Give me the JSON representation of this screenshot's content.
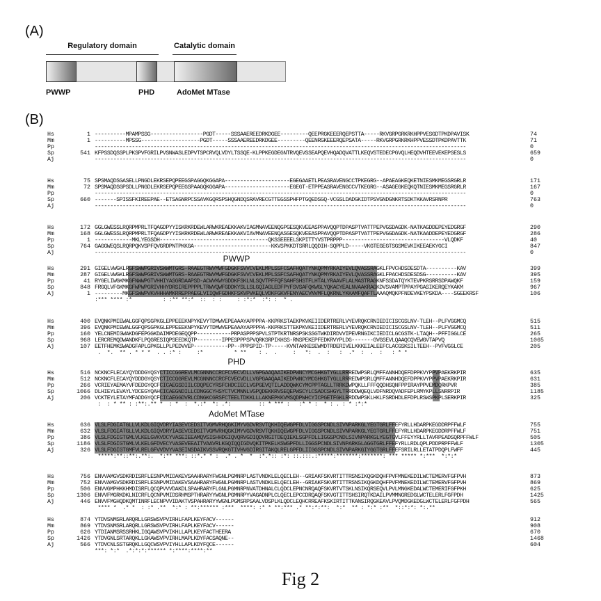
{
  "panel_a_label": "(A)",
  "panel_b_label": "(B)",
  "domain_header": {
    "regulatory": "Regulatory domain",
    "catalytic": "Catalytic domain"
  },
  "domains": {
    "pwwp": "PWWP",
    "phd": "PHD",
    "adomet": "AdoMet MTase"
  },
  "alignment_section_labels": {
    "pwwp": "PWWP",
    "phd": "PHD",
    "adomet": "AdoMet MTase"
  },
  "alignment_blocks": [
    {
      "rows": [
        {
          "sp": "Hs",
          "start": "1",
          "seq": "----------MPAMPSSG-----------------PGDT-----SSSAAEREEDRKDGEE---------QEEPRGKEEERQEPSTTA-----RKVGRPGRKRKHPPVESGDTPKDPAVISK",
          "end": "74"
        },
        {
          "sp": "Mm",
          "start": "1",
          "seq": "----------MPSSG-------------------PGDT-----SSSAAEREEDRKDGEE---------QEENRGKEEERQEPSATA-----RKVGRPGRKRKHPPVESSDTPKDPAVTTK",
          "end": "71"
        },
        {
          "sp": "Pp",
          "start": "",
          "seq": "------------------------------------------------------------------------------------------------------------------------",
          "end": "0"
        },
        {
          "sp": "Sp",
          "start": "541",
          "seq": "KFPSSDQSSPLPKSPVFGRILPVSNWASLEDPVTSPCRVQLVDYLTSSQE-KLPPKEGDEGNTRVQEVSSEAPQEVHQADQVATTLKEQVSTEDECPGVQLHEQDVHTEEVEKEPSESLS",
          "end": "659"
        },
        {
          "sp": "Aj",
          "start": "",
          "seq": "------------------------------------------------------------------------------------------------------------------------",
          "end": "0"
        }
      ],
      "cons": ""
    },
    {
      "rows": [
        {
          "sp": "Hs",
          "start": "75",
          "seq": "SPSMAQDSGASELLPNGDLEKRSEPQPEEGSPAGGQKGGAPA---------------------EGEGAAETLPEASRAVENGCCTPKEGRG--APAEAGKEQKETNIESMKMEGSRGRLR",
          "end": "171"
        },
        {
          "sp": "Mm",
          "start": "72",
          "seq": "SPSMAQDSGPSDLLPNGDLEKRSEPQPEEGSPAAGQKGGAPA---------------------EGEGT-ETPPEASRAVENGCCVTKEGRG--ASAGEGKEQKQTNIESMKMEGSRGRLR",
          "end": "167"
        },
        {
          "sp": "Pp",
          "start": "",
          "seq": "------------------------------------------------------------------------------------------------------------------------",
          "end": "0"
        },
        {
          "sp": "Sp",
          "start": "660",
          "seq": "-------SPISSFKIREEPAE--ETSAGNRPCSSAVKGQRSPSHQGNDQSRAVRECGTTEGSSPHFPTGQEDSGQ-VCGSLDADGKIDTPSVGNDGNKRTSDKTKKAVRSRNPR",
          "end": "763"
        },
        {
          "sp": "Aj",
          "start": "",
          "seq": "------------------------------------------------------------------------------------------------------------------------",
          "end": "0"
        }
      ],
      "cons": ""
    },
    {
      "rows": [
        {
          "sp": "Hs",
          "start": "172",
          "seq": "GGLGWESSLRQRPMPRLTFQAGDPYYISKRKRDEWLARWKREAEKKAKVIAGMNAVEENQGPGESQKVEEASPPAVQQPTDPASPTVATTPEPVGSDAGDK-NATKAGDDEPEYEDGRGF",
          "end": "290"
        },
        {
          "sp": "Mm",
          "start": "168",
          "seq": "GGLGWESSLRQRPMPRLTFQAGDPYYISKRKRDEWLARWKREAEKKAKVIAVMNAVEENQASGESQKVEEASPPAVQQPTDPASPTVATTPEPVGGDAGDK-NATKAADDEPEYEDGRGF",
          "end": "286"
        },
        {
          "sp": "Pp",
          "start": "1",
          "seq": "------------MKLYEGSDH-----------------------------------QKSSEEEELSKPITTYVSTPRPPP---------------------------------VLQDKF",
          "end": "40"
        },
        {
          "sp": "Sp",
          "start": "764",
          "seq": "GAGGWEQSLRQRPQKVSPFQVGRDPNTPKKGA-------------------------KKVSPKKDTSRRLQQDIH-SQPPLD-----VKGTEGEGTSGSMEVKIKEEAEKYGCI",
          "end": "847"
        },
        {
          "sp": "Aj",
          "start": "",
          "seq": "------------------------------------------------------------------------------------------------------------------------",
          "end": "0"
        }
      ],
      "cons": ""
    },
    {
      "rows": [
        {
          "sp": "Hs",
          "start": "291",
          "seq": "GIGELVWGKLRGFSWWPGRIVSWWMTGRS-RAAEGTRWVMWFGDGKFSVVCVEKLMPLSSFCSAFHQATYNKQPMYRKAIYEVLQVASSRAGKLFPVCHDSDESDTA----------KAV",
          "end": "399"
        },
        {
          "sp": "Mm",
          "start": "287",
          "seq": "GIGELVWGKLRGFSWWPGRIVSWWMTGRS-RAAEGTRWVMWFGDGKFSVVCVEKLMPLSSFCSAFHQATYNKQPMYRKAIYEVLQVASSRAGKLFPACHDSDESDSG----------KAV",
          "end": "395"
        },
        {
          "sp": "Pp",
          "start": "41",
          "seq": "RYGELIWGKMKGFNWWPGTVHHIYASGRDAAPSD-ACWVKWYGDDKFSKLNLSQVTPFFQFSAHFSHSTFLHTALYRAAVFLALMASTRAGKNFSSDATQYKTEVPKRSRRSDPAWQKF",
          "end": "159"
        },
        {
          "sp": "Sp",
          "start": "848",
          "seq": "FRGQLVFGKMKGFWPWPGRIVHHYDRSIREPPPPLTRWVQWFGDDKYSLLSLGQIAGLEDFPYFSVSAFQKWGLYQKACYEALNVAAKRAGKDVSVAMPTPPAYPGASIKERQEYKAKM",
          "end": "967"
        },
        {
          "sp": "Aj",
          "start": "1",
          "seq": "---------MKGFSWWPVKVHHHAMKRREPPAEGLVIIQWFGDHKFSKVPVKEQLVDKFGKVFENYAECVNVMFLQKRNLYKKAMFQAFTLAAAQMQKPFNDEVKEYPSKDA----SGEEKRSF",
          "end": "106"
        }
      ],
      "cons": ":*** **** :*          : :** **:*  ::  : :     : :*:*  :*: :  * ."
    },
    {
      "rows": [
        {
          "sp": "Hs",
          "start": "400",
          "seq": "EVQNKPMIEWALGGFQPSGPKGLEPPEEEKNPYKEVYTDMWVEPEAAAYAPPPPA-KKPRKSTAEKPKVKEIIDERTRERLVYEVRQKCRNIEDICISCGSLNV-TLEH--PLFVGGMCQ",
          "end": "515"
        },
        {
          "sp": "Mm",
          "start": "396",
          "seq": "EVQNKPMIEWALGGFQPSGPKGLEPPEEEKNPYKEVYTDMWVEPEAAAYAPPPPA-KKPRKSTTEKPKVKEIIDERTRERLVYEVRQKCRNIEDICISCGSLNV-TLEH--PLFVGGMCQ",
          "end": "511"
        },
        {
          "sp": "Pp",
          "start": "160",
          "seq": "YELCNEMIGWAKDGFEPGGKDAIMPDEGEQQPP-----------PRPASPPPSPVLSTPTKRTNRSPSKSSGTWKDIRDVVIPEVRNGIKCIEDICLGCGSTK-LTAQH--PFFIGGLCE",
          "end": "265"
        },
        {
          "sp": "Sp",
          "start": "968",
          "seq": "LERCREMQDWANDKFLPQGRESIQPSEEDKQTP--------IPPESPPPSPVQRKSRPIKHSS-RNSPEKEPFEDKRVYPLDG-------GVGSEVLQAAQCQVEWGVTAPVQ",
          "end": "1065"
        },
        {
          "sp": "Aj",
          "start": "107",
          "seq": "EETFHEMKSWADGFAPLGPKGLLPLPEDVVEP-----------PP--PPPSPID-TP-----KVNTAKKESEWMDTRDERIVELKKKEIALEEFCLACGSKSILTEEH--PVFVGGLCE",
          "end": "205"
        }
      ],
      "cons": " .  *.  ** . * * *  . . :* :     :*          * **    : .  .     :   *:  .  :   :  .*  :  .  :   : * *"
    },
    {
      "rows": [
        {
          "sp": "Hs",
          "start": "516",
          "seq": "NCKNCFLECAYQYDDDGYQSYCTICCGGREVLMCGNNNCCRCFCVECVDLLVGPGAAQAAIKEDPWNCYMCGHKGTYGLLRRREDWPSRLQMFFANNHDQEFDPPKVYPPVPAEKRKPIR",
          "end": "635"
        },
        {
          "sp": "Mm",
          "start": "512",
          "seq": "NCKNCFLECAYQYDDDGYQSYCTICCGGREVLMCGNNNCCRCFCVECVDLLVGPGAAQAAIKEDPWNCYMCGHKGTYGLLRRREDWPSRLQMFFANNHDQEFDPPKVYPPVPAEKRKPIR",
          "end": "631"
        },
        {
          "sp": "Pp",
          "start": "266",
          "seq": "VCRIEYAEMAYVFDEDGYQCFCICAEGSDIILCDQPECYRSFCHDCIECLVGPGEVQTILADDQWKCYMCPPTAGLLTRRKDWPQKLLFFFQQDHSQNFPPIRAYPPVEMDQRKPVR",
          "end": "385"
        },
        {
          "sp": "Sp",
          "start": "1066",
          "seq": "DLHIEYLEVAYLYDCEGYQAHCICAEGNDILLCDNGGCYHSYCTVCMNNLVGPQDEKKRVSEQEPWSCYLCSADCSHGYLTRRDDWQEQLVDFNRDQVADFEPLRMYKPLLSNRRPIR",
          "end": "1185"
        },
        {
          "sp": "Aj",
          "start": "206",
          "seq": "VCKTEYLETAYMFADDGYQCFCICAEGGDVRLCDNGKCGRSFCTEELTDKKLLLAKNEPKKVMSQDPWHCYICPGETFGKLRRDDWPSKLHKLFSRDHDLEFDPLRSWSPKPLSERKPIR",
          "end": "325"
        }
      ],
      "cons": " :  : * ** : :**:.** *  : *  :  *.:*  *: .*:         :: * *** :   :* * :  * : . : * :*:*"
    },
    {
      "rows": [
        {
          "sp": "Hs",
          "start": "636",
          "seq": "VLSLFDGIATGLLVLKDLGIQVDRYIASEVCEDSITVGMVRHQGKIMYVGDVRSVTQKHIQEWGPFDLVIGGSPCNDLSIVNPARKGLYEGTGRLFFEFYRLLHDARPKEGDDRPFFWLF",
          "end": "755"
        },
        {
          "sp": "Mm",
          "start": "632",
          "seq": "VLSLFDGIATGLLVLKDLGIQVDRYIASEVCEDSITVGMVRHQGKIMYVGDVRSVTQKHIQEWGPFDLVIGGSPCNDLSIVNPARKGLYEGTGRLFFEFYRLLHDARPKEGDDRPFFWLF",
          "end": "751"
        },
        {
          "sp": "Pp",
          "start": "386",
          "seq": "VLSLFDGIGTGMLVLKELGVKVDCYVASEIEEAMQVSISHHDGIQVQRVGDIQDVRGITDEQIEKLSGPFDLLIGGSPCNDLSIVNPARKGLYEGTGVLFFEYYRLLTAVRPEADSQRPFFWLF",
          "end": "505"
        },
        {
          "sp": "Sp",
          "start": "1186",
          "seq": "VLSLFDGIGTGMLVLKELGFDVECYVASEVEEAITVAAVRLKGQIQQIGDVQKITPKELKSWGPFDLLIGGSPCNDLSIVNPARKGLAGGTGRLFFEFYRLLRDLQPLPDDPRPFFWLF",
          "end": "1305"
        },
        {
          "sp": "Aj",
          "start": "326",
          "seq": "VLSLFDGIGTGMFVLRELGFVVDVYVASEINSDAIKVSSVRQKGTIVHVGDIRGITAKQLRELGPFDLIIGGSPCNDLSIVNPARKGIYGGTGRLFFEFSRILRLLETATPDQPLFWFF",
          "end": "445"
        }
      ],
      "cons": " *****:**::**:.**:.  *:** ***: ::*.* * :  .* . *  *  :*.*:: :*: ::.:::.:*****:*******:*******: *** ***** *:***  *:*:*"
    },
    {
      "rows": [
        {
          "sp": "Hs",
          "start": "756",
          "seq": "ENVVAMGVSDKRDISRFLESNPVMIDAKEVSAAHRARYFWGNLPGMNRPLASTVNDKLELQECLEH--GRIAKFSKVRTITTRSNSIKQGKDQHFPVFMNEKEDILWCTEMERVFGFPVH",
          "end": "873"
        },
        {
          "sp": "Mm",
          "start": "752",
          "seq": "ENVVAMGVSDKRDISRFLESNPVMIDAKEVSAAHRARYFWGNLPGMNRPLASTVNDKLELQECLEH--GRIAKFSKVRTITTRSNSIKQGKDQHFPVFMNEKEDILWCTEMERVFGFPVH",
          "end": "869"
        },
        {
          "sp": "Pp",
          "start": "506",
          "seq": "ENVVGMPHKKHMDISRFLQCQPVVVDAKDLSPAHRARYFLGNLPGMNRPNVATDHNALCLQDCLEPNCNRQAQFSKVRTVTSKLNSIKQRSEQVLPVLMNGKEDALWCTEMERIFGFPKH",
          "end": "625"
        },
        {
          "sp": "Sp",
          "start": "1306",
          "seq": "ENVVFMGRKDKLNICRFLQCNPVMIDSRHMSPTHRARYYWGNLPGMNRPYVAGADNPLCLQECLEPCCDRQAQFSKVGTITTSHSIRQTKDAILPVMMNGREDGLWCTELERLFGFPDH",
          "end": "1425"
        },
        {
          "sp": "Aj",
          "start": "446",
          "seq": "ENVVFMGHQDKQMTINRFLECNPVVIDAKTVSPAHRARYYWGNLPGMSRPSAALVDSPLKLQDCLEQHCRREAFKSKIRTITTKANSIRQGKEAVLPVQMDGKEDGLWCTELERLFGFPDH",
          "end": "565"
        }
      ],
      "cons": " **** *  .* *  : :* .**  *:* : **:****** :***  ****: :* * **:*** .* **:*:**:  *:*  ** : *:* :**  *::*:*: *:.**"
    },
    {
      "rows": [
        {
          "sp": "Hs",
          "start": "874",
          "seq": "YTDVSNMSRLARQRLLGRSWSVPVIRHLFAPLKEYFACV------",
          "end": "912"
        },
        {
          "sp": "Mm",
          "start": "869",
          "seq": "YTDVSNMSRLARQRLLGRSWSVPVIRHLFAPLKEYFACV------",
          "end": "908"
        },
        {
          "sp": "Pp",
          "start": "626",
          "seq": "YTDIANMSRSSRHKLIGQAWSVPVIKHLLAPLKEYFACTHEERA",
          "end": "670"
        },
        {
          "sp": "Sp",
          "start": "1426",
          "seq": "YTDVGNLSRTARQKLLGKAWSVPVIRHLMAPLKDYFACSAQNE--",
          "end": "1468"
        },
        {
          "sp": "Aj",
          "start": "566",
          "seq": "YTDVCNLSSTGRQKLLGQCWSVPVIYHLLAPLKDYFQCE------",
          "end": "604"
        }
      ],
      "cons": "***: *:*  .*:*:*:****** *:****:****:**"
    }
  ],
  "caption": "Fig 2"
}
